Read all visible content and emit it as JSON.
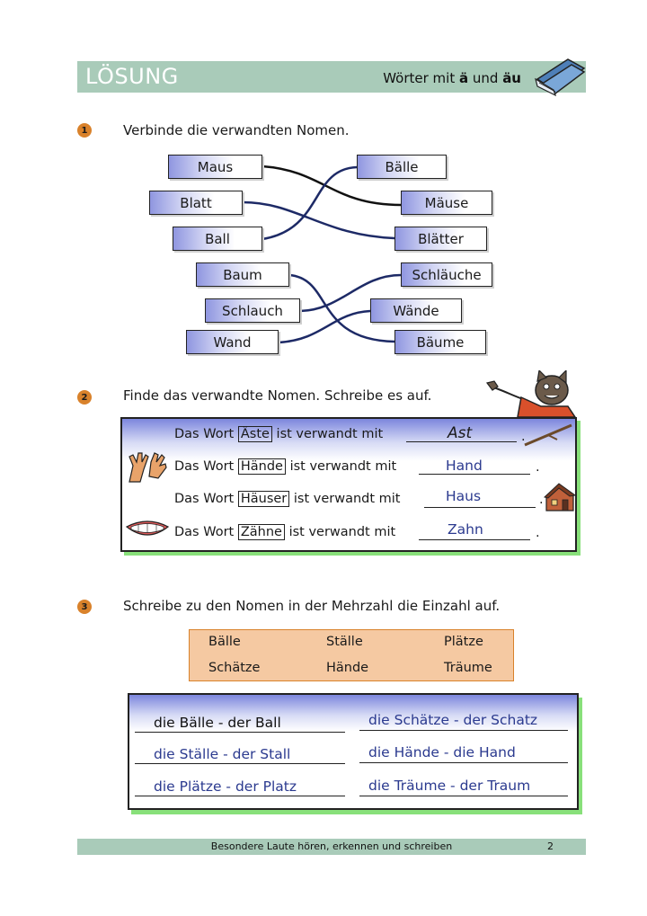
{
  "header": {
    "solution_label": "LÖSUNG",
    "topic_prefix": "Wörter mit ",
    "topic_a": "ä",
    "topic_mid": " und ",
    "topic_au": "äu",
    "colors": {
      "bar": "#a9cbb9",
      "accent": "#d9822b"
    }
  },
  "task1": {
    "number": "1",
    "instruction": "Verbinde die verwandten Nomen.",
    "left_words": [
      "Maus",
      "Blatt",
      "Ball",
      "Baum",
      "Schlauch",
      "Wand"
    ],
    "right_words": [
      "Bälle",
      "Mäuse",
      "Blätter",
      "Schläuche",
      "Wände",
      "Bäume"
    ]
  },
  "task2": {
    "number": "2",
    "instruction": "Finde das verwandte Nomen. Schreibe es auf.",
    "prefix": "Das Wort",
    "suffix": "ist verwandt mit",
    "period": ".",
    "rows": [
      {
        "word": "Äste",
        "answer": "Ast"
      },
      {
        "word": "Hände",
        "answer": "Hand"
      },
      {
        "word": "Häuser",
        "answer": "Haus"
      },
      {
        "word": "Zähne",
        "answer": "Zahn"
      }
    ]
  },
  "task3": {
    "number": "3",
    "instruction": "Schreibe zu den Nomen in der Mehrzahl die Einzahl auf.",
    "words": [
      "Bälle",
      "Ställe",
      "Plätze",
      "Schätze",
      "Hände",
      "Träume"
    ],
    "answers_left": [
      "die Bälle - der Ball",
      "die Ställe - der Stall",
      "die Plätze - der Platz"
    ],
    "answers_right": [
      "die Schätze - der Schatz",
      "die Hände - die Hand",
      "die Träume - der Traum"
    ]
  },
  "footer": {
    "text": "Besondere Laute hören, erkennen und schreiben",
    "page": "2"
  }
}
